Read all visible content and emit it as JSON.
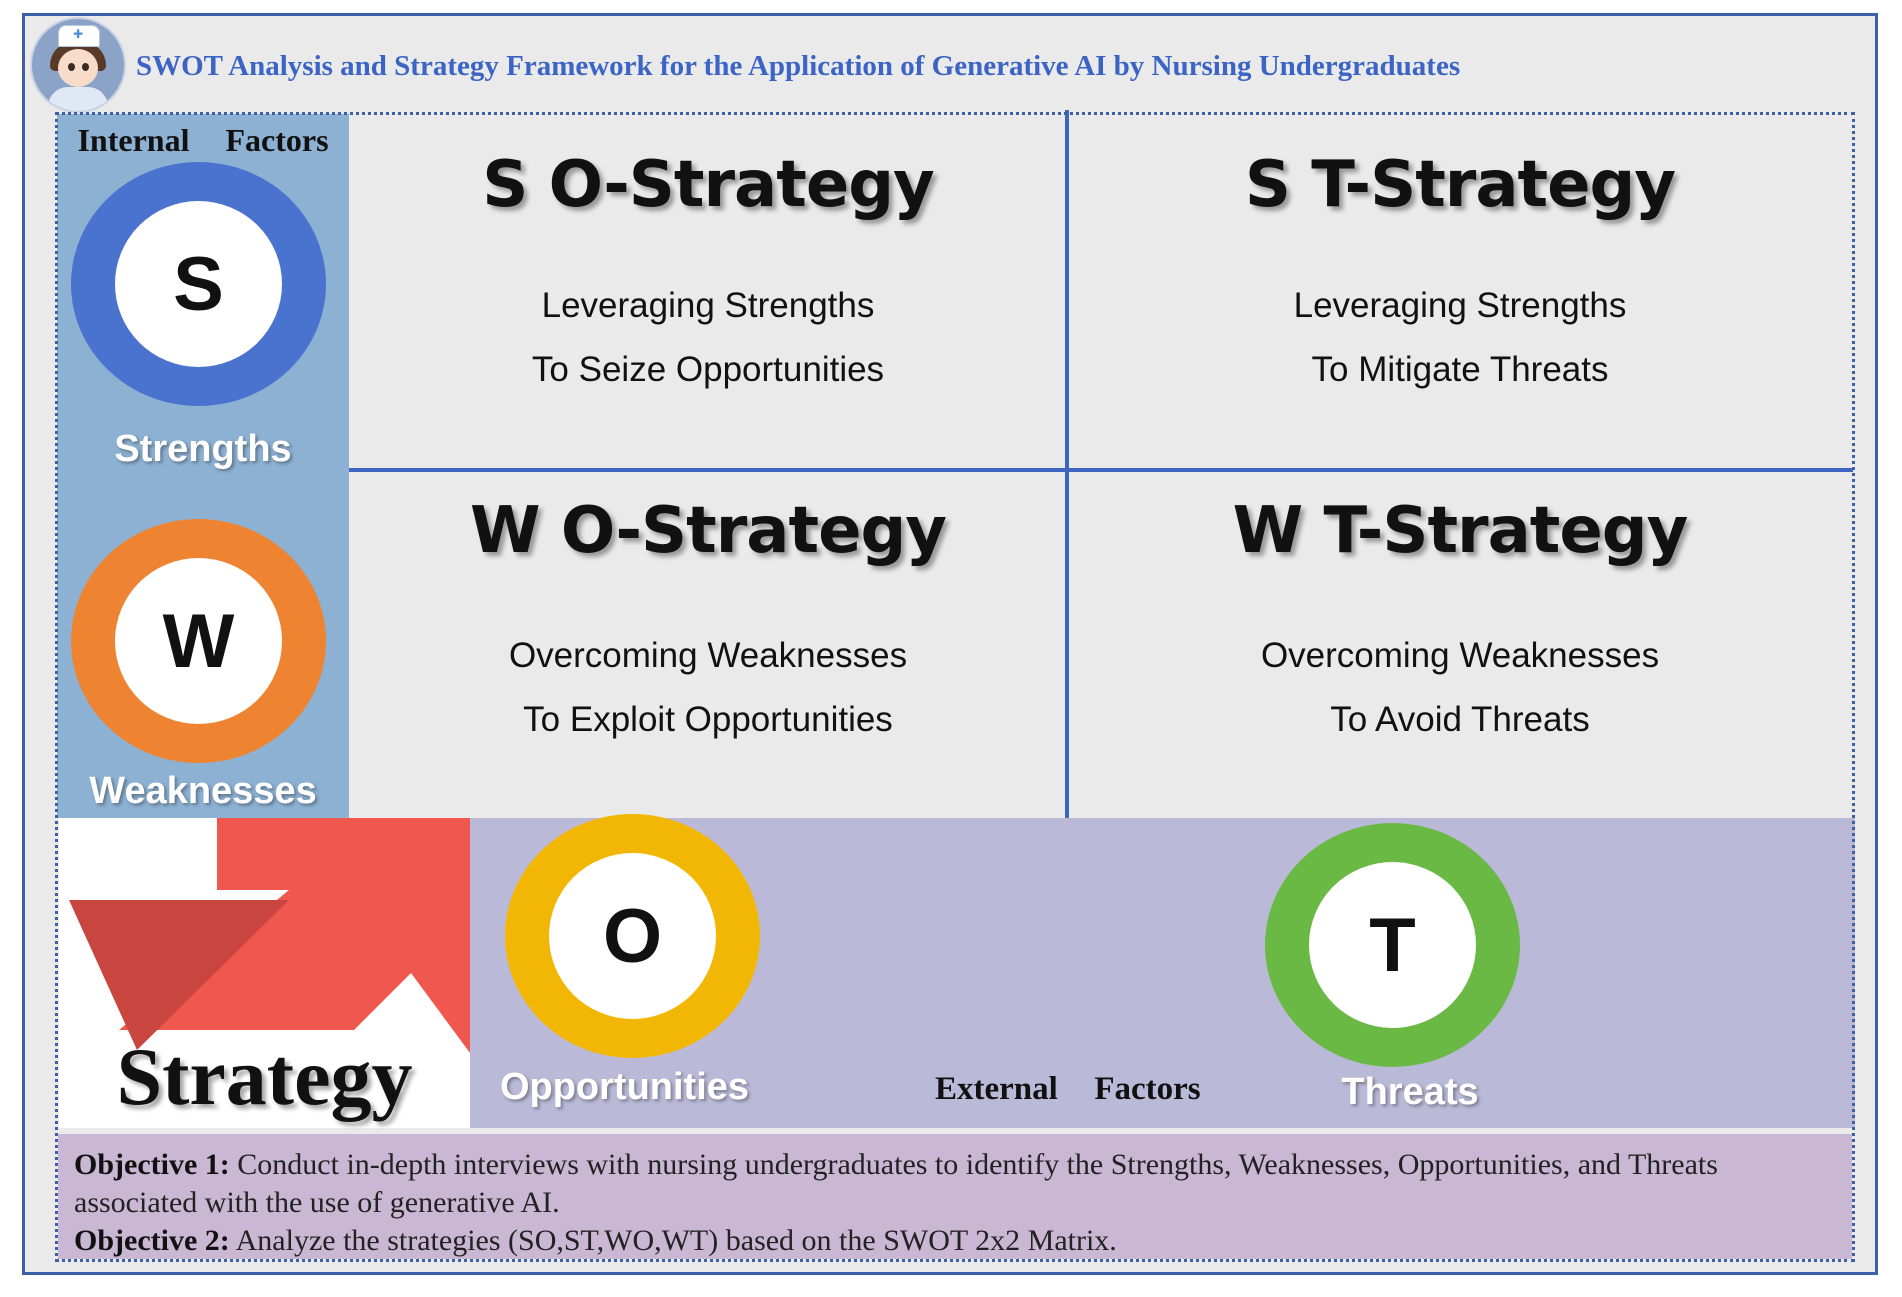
{
  "header": {
    "title": "SWOT Analysis and Strategy Framework for the Application of Generative AI by Nursing Undergraduates",
    "title_color": "#3b64c4"
  },
  "internal": {
    "label": "Internal  Factors",
    "strengths": {
      "letter": "S",
      "label": "Strengths",
      "color": "#4a72cf"
    },
    "weaknesses": {
      "letter": "W",
      "label": "Weaknesses",
      "color": "#ee8431"
    }
  },
  "strategies": {
    "so": {
      "title": "S O-Strategy",
      "line1": "Leveraging Strengths",
      "line2": "To Seize Opportunities"
    },
    "st": {
      "title": "S T-Strategy",
      "line1": "Leveraging Strengths",
      "line2": "To Mitigate Threats"
    },
    "wo": {
      "title": "W O-Strategy",
      "line1": "Overcoming Weaknesses",
      "line2": "To Exploit Opportunities"
    },
    "wt": {
      "title": "W T-Strategy",
      "line1": "Overcoming Weaknesses",
      "line2": "To Avoid Threats"
    }
  },
  "strategy_label": "Strategy",
  "external": {
    "label": "External  Factors",
    "opportunities": {
      "letter": "O",
      "label": "Opportunities",
      "color": "#f2b705"
    },
    "threats": {
      "letter": "T",
      "label": "Threats",
      "color": "#6ab945"
    }
  },
  "objectives": {
    "obj1_label": "Objective 1:",
    "obj1_text": " Conduct in-depth interviews with nursing undergraduates to identify the Strengths, Weaknesses, Opportunities, and Threats associated with the use of generative AI.",
    "obj2_label": "Objective 2:",
    "obj2_text": " Analyze the strategies (SO,ST,WO,WT) based on the SWOT 2x2 Matrix."
  },
  "icons": {
    "avatar": "nurse-avatar-icon",
    "arrow": "strategy-arrow-icon"
  }
}
